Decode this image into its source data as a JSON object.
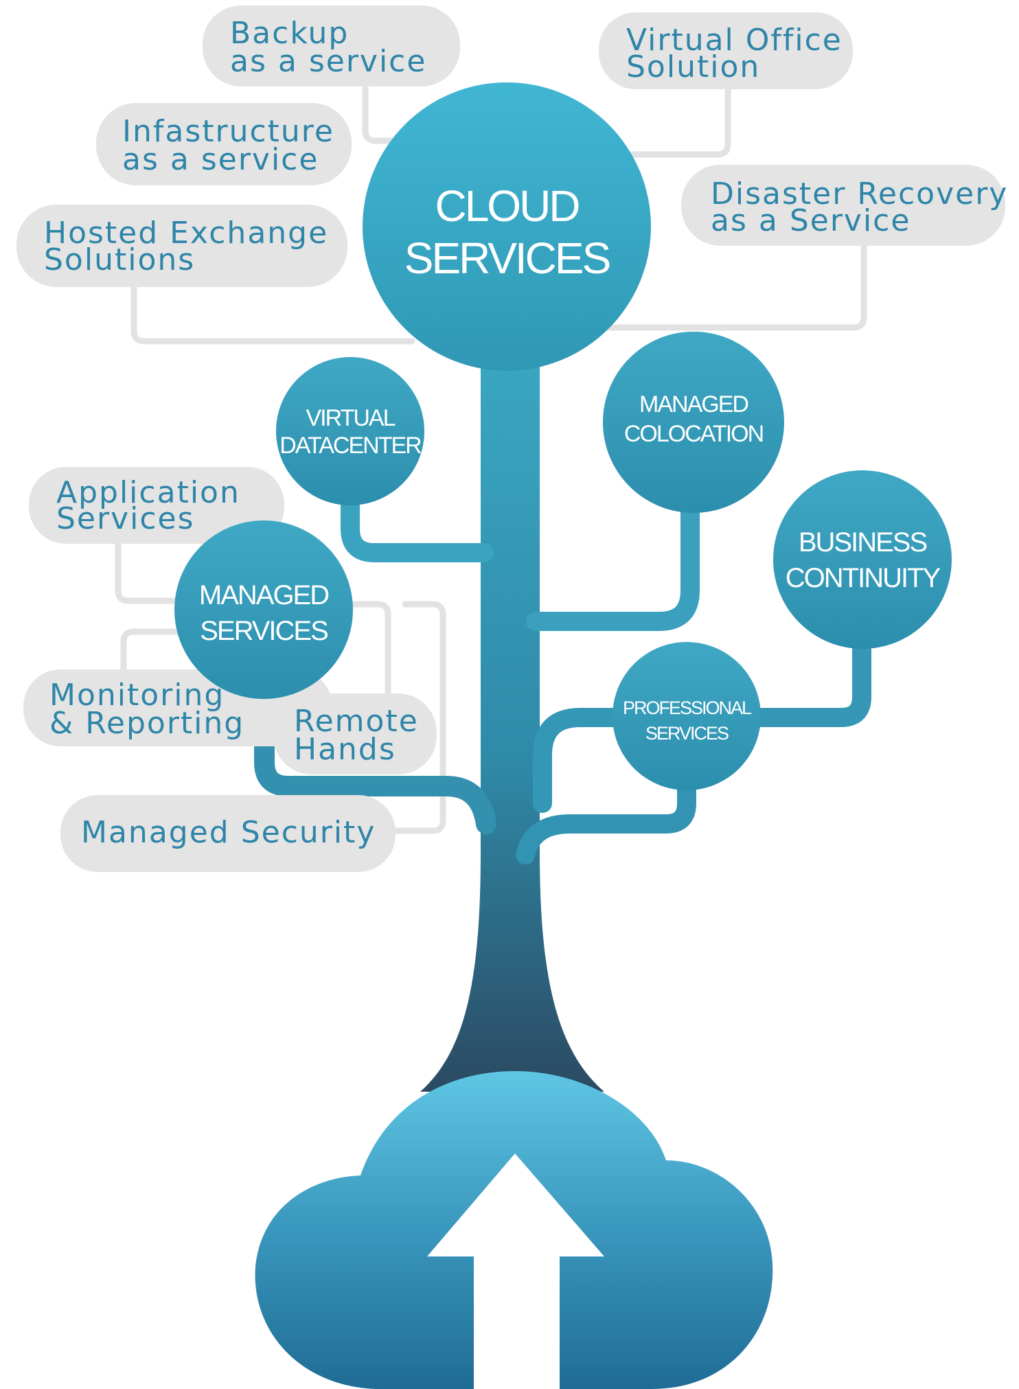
{
  "diagram": {
    "root": {
      "label_line1": "CLOUD",
      "label_line2": "SERVICES"
    },
    "services": {
      "virtual_datacenter": {
        "line1": "VIRTUAL",
        "line2": "DATACENTER"
      },
      "managed_colocation": {
        "line1": "MANAGED",
        "line2": "COLOCATION"
      },
      "business_continuity": {
        "line1": "BUSINESS",
        "line2": "CONTINUITY"
      },
      "managed_services": {
        "line1": "MANAGED",
        "line2": "SERVICES"
      },
      "professional_services": {
        "line1": "PROFESSIONAL",
        "line2": "SERVICES"
      }
    },
    "offerings": {
      "backup": {
        "line1": "Backup",
        "line2": "as a service"
      },
      "virtual_office": {
        "line1": "Virtual Office",
        "line2": "Solution"
      },
      "infrastructure": {
        "line1": "Infastructure",
        "line2": "as a service"
      },
      "disaster_recovery": {
        "line1": "Disaster Recovery",
        "line2": "as a Service"
      },
      "hosted_exchange": {
        "line1": "Hosted Exchange",
        "line2": "Solutions"
      },
      "application_services": {
        "line1": "Application",
        "line2": "Services"
      },
      "monitoring": {
        "line1": "Monitoring",
        "line2": "& Reporting"
      },
      "remote_hands": {
        "line1": "Remote",
        "line2": "Hands"
      },
      "managed_security": {
        "line1": "Managed Security"
      }
    },
    "colors": {
      "circle_top": "#3fb3d1",
      "circle_bottom": "#2f93b0",
      "trunk_top": "#3a9fb9",
      "trunk_bottom": "#2c4f66",
      "cloud_top": "#5cc3e2",
      "cloud_bottom": "#1f6f98",
      "pill_fill": "#e4e4e4",
      "pill_text": "#2e85a8"
    }
  }
}
